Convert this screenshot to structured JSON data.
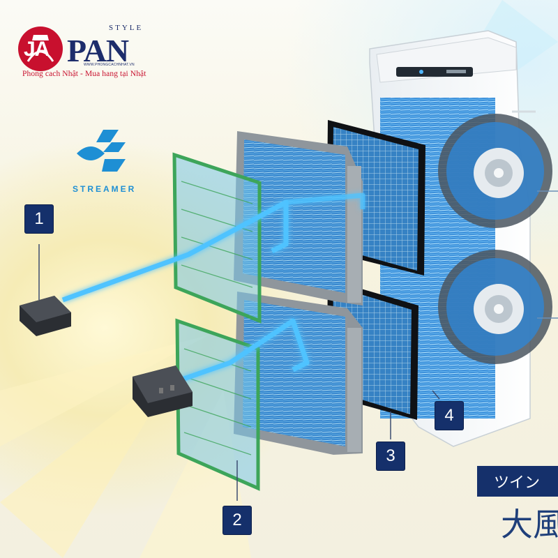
{
  "brand": {
    "logo_letters_left": "JA",
    "logo_letters_right": "PAN",
    "logo_style": "STYLE",
    "logo_url": "WWW.PHONGCACHNHAT.VN",
    "tagline": "Phong cach Nhật - Mua hang tại Nhật"
  },
  "streamer": {
    "label": "STREAMER"
  },
  "badges": [
    {
      "number": "1"
    },
    {
      "number": "2"
    },
    {
      "number": "3"
    },
    {
      "number": "4"
    }
  ],
  "caption": {
    "label": "ツイン",
    "headline": "大風"
  },
  "colors": {
    "badge": "#15306b",
    "brand_red": "#c8102e",
    "brand_navy": "#1d2d6b",
    "streamer_blue": "#1e8fd4",
    "flow_blue": "#4fc3ff",
    "filter_green": "#3da55a"
  }
}
